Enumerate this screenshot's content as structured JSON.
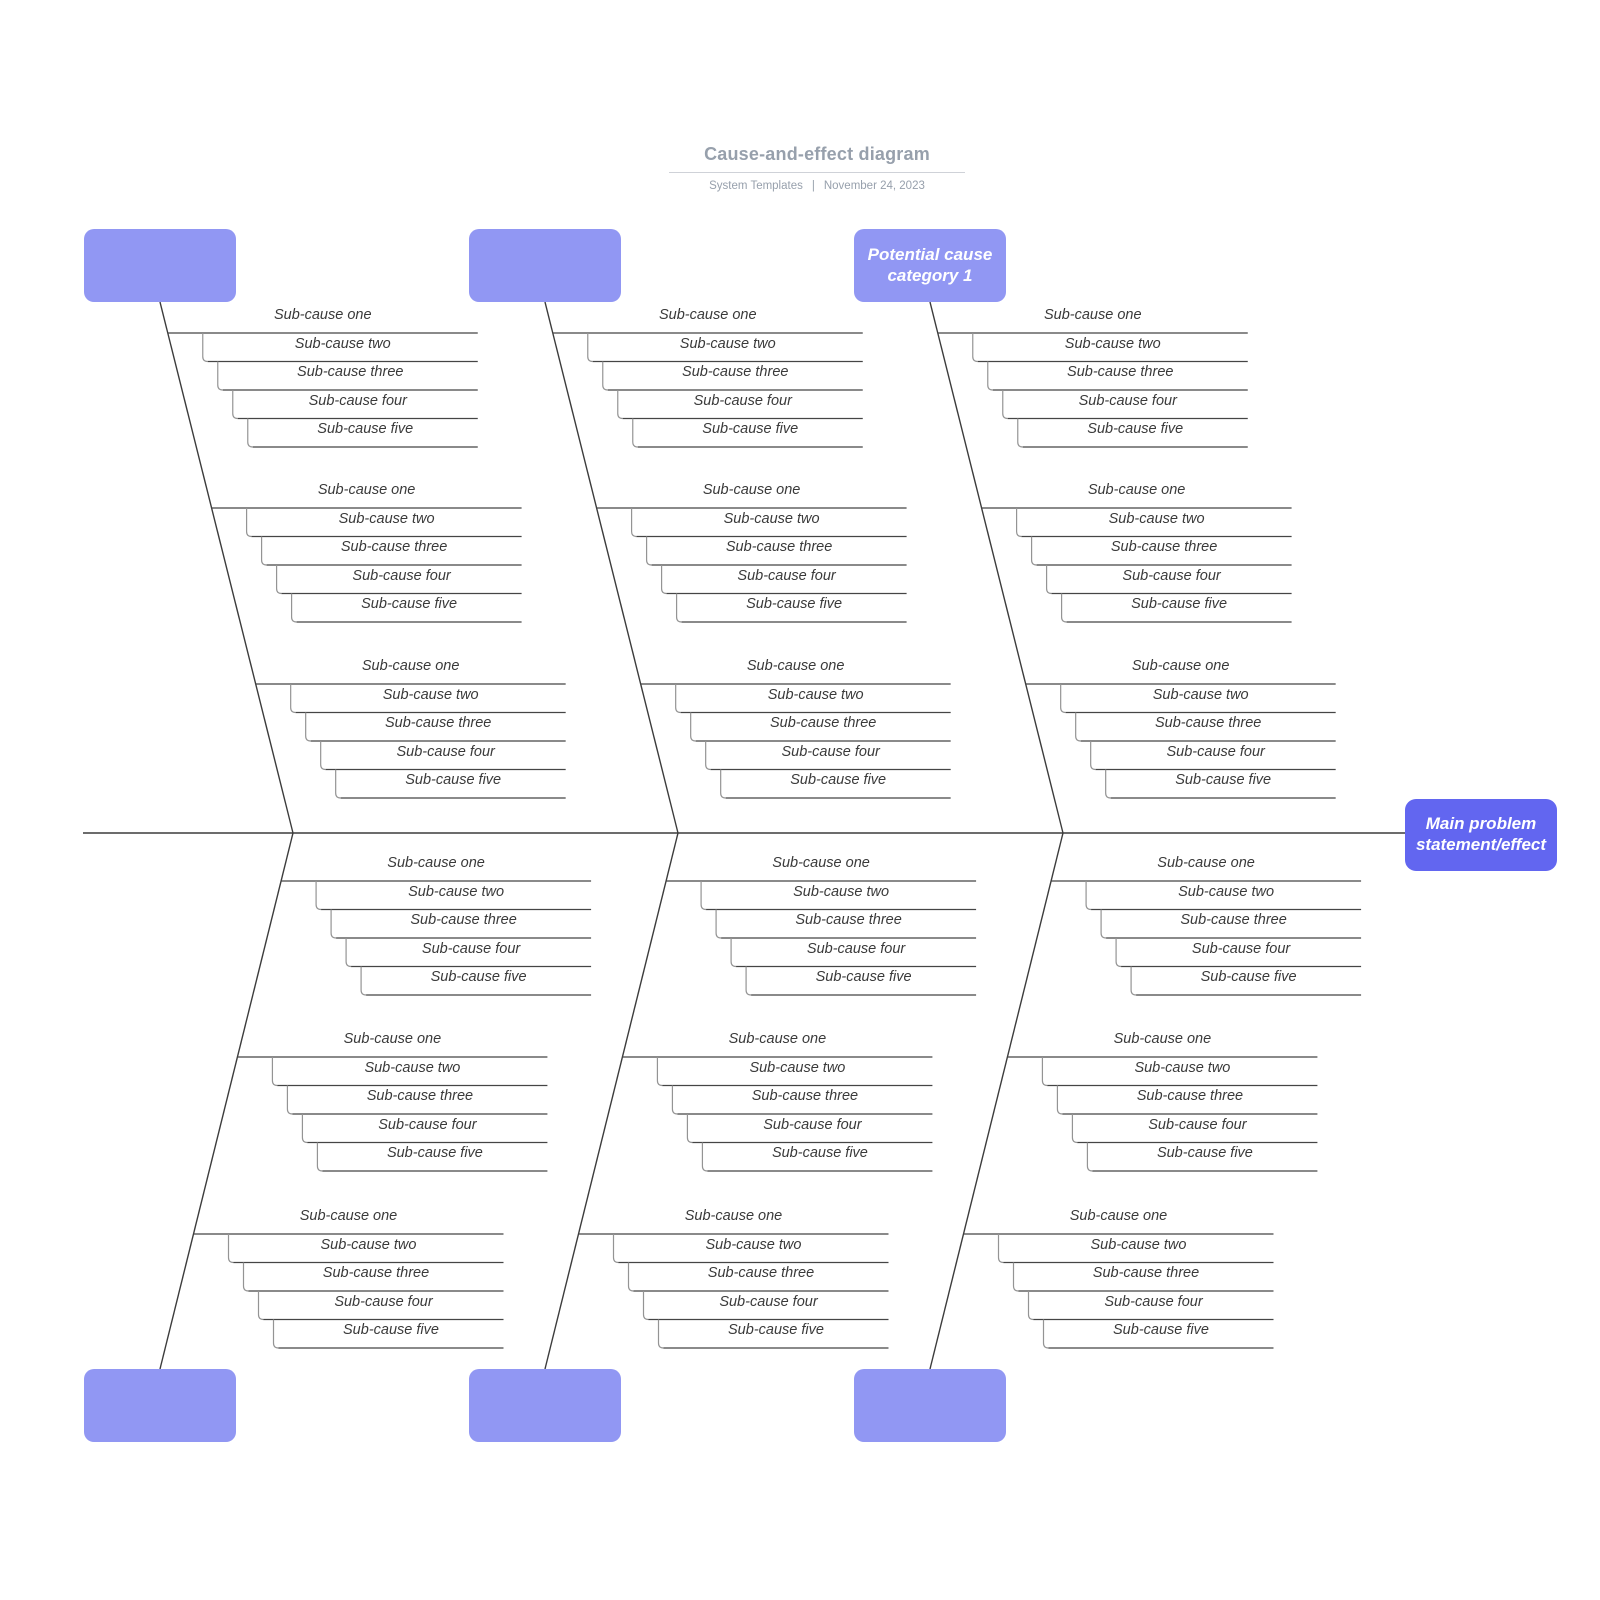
{
  "header": {
    "title": "Cause-and-effect diagram",
    "meta_left": "System Templates",
    "meta_separator": "|",
    "meta_right": "November 24, 2023"
  },
  "main_effect": {
    "label": "Main problem statement/effect"
  },
  "categories": {
    "top": [
      {
        "label": ""
      },
      {
        "label": ""
      },
      {
        "label": "Potential cause category 1"
      }
    ],
    "bottom": [
      {
        "label": ""
      },
      {
        "label": ""
      },
      {
        "label": ""
      }
    ]
  },
  "sub_causes": [
    "Sub-cause one",
    "Sub-cause two",
    "Sub-cause three",
    "Sub-cause four",
    "Sub-cause five"
  ],
  "structure": {
    "bone_columns": 3,
    "groups_per_top_bone": 3,
    "groups_per_bottom_bone": 3,
    "sub_causes_per_group": 5
  },
  "colors": {
    "category_box": "#9197F3",
    "effect_box": "#6266F0",
    "box_text": "#FFFFFF",
    "bone_line": "#3C3C3C",
    "cause_line": "#454545",
    "bracket_line": "#949494",
    "label_text": "#3A3A3A",
    "title_text": "#97A0AC",
    "divider": "#CFD2D8"
  }
}
